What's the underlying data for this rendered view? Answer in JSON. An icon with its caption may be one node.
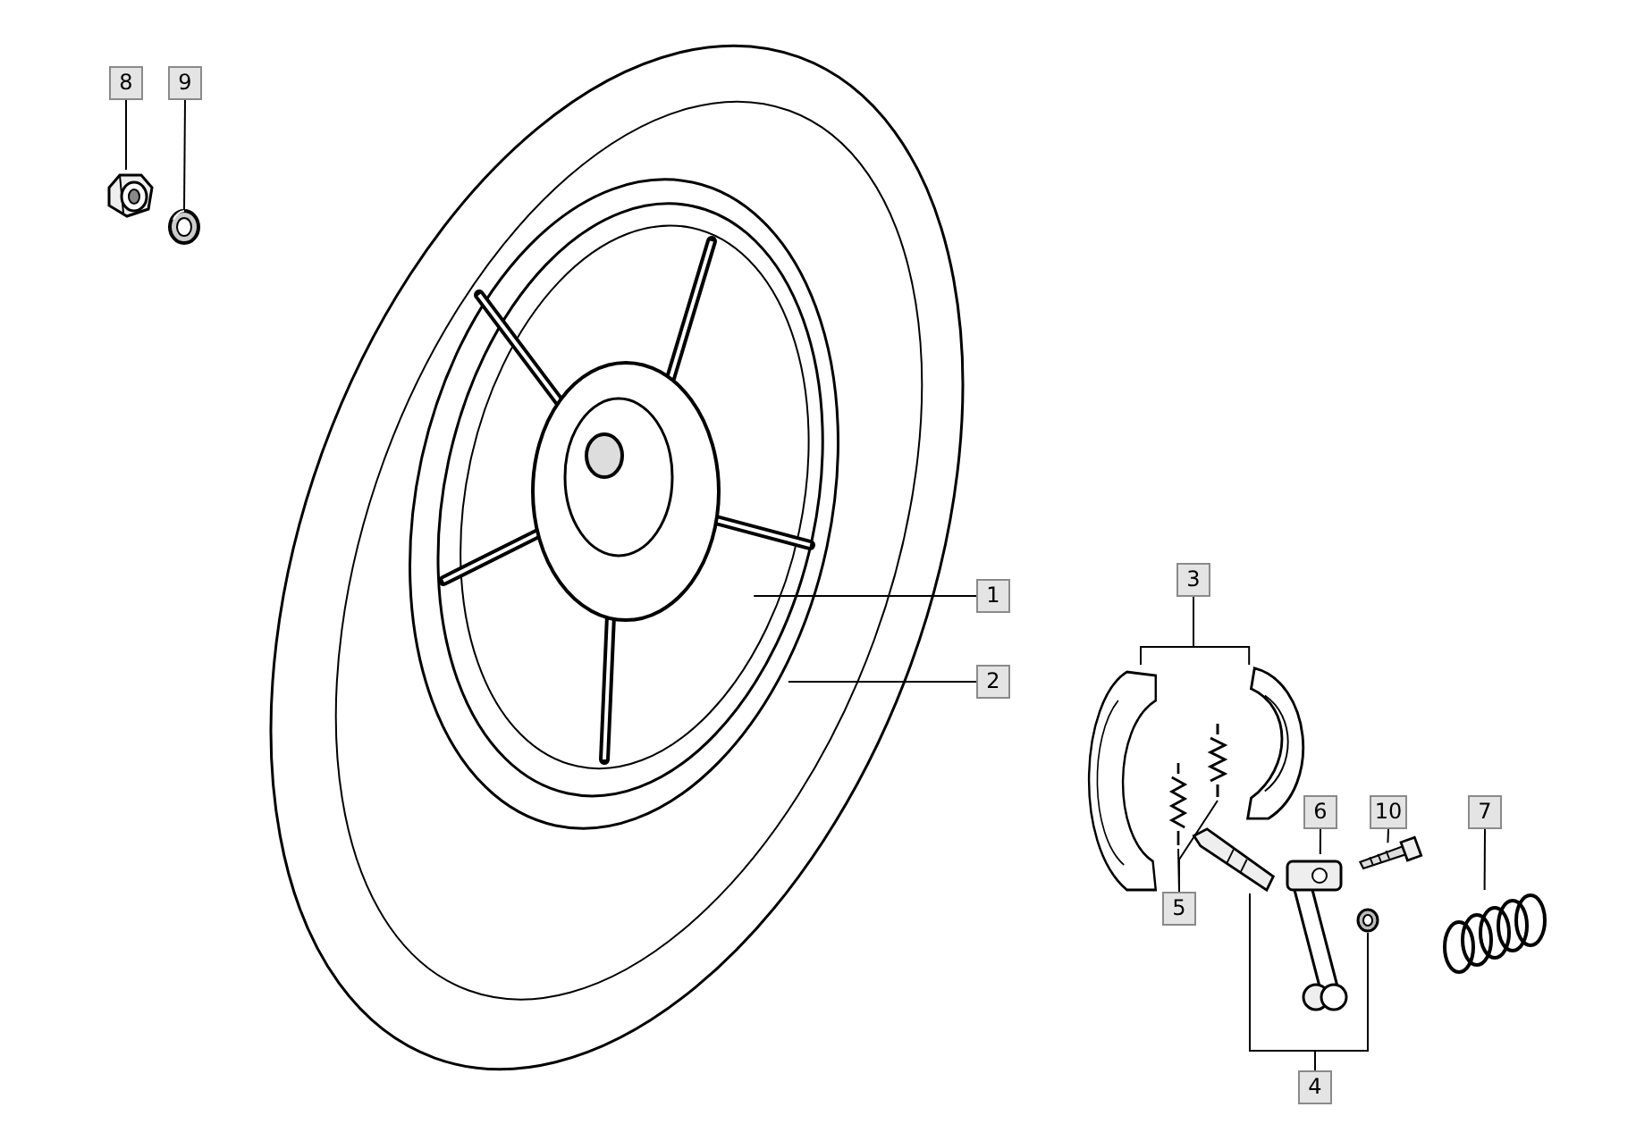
{
  "diagram": {
    "nodes": [
      {
        "text": [
          "8"
        ]
      },
      {
        "text": [
          "9"
        ]
      },
      {
        "text": [
          "1"
        ]
      },
      {
        "text": [
          "2"
        ]
      },
      {
        "text": [
          "3"
        ]
      },
      {
        "text": [
          "6"
        ]
      },
      {
        "text": [
          "10"
        ]
      },
      {
        "text": [
          "7"
        ]
      },
      {
        "text": [
          "5"
        ]
      },
      {
        "text": [
          "4"
        ]
      },
      {
        "text": [],
        "shape": "picture"
      },
      {
        "text": [],
        "shape": "picture"
      },
      {
        "text": [],
        "shape": "picture"
      },
      {
        "text": [],
        "shape": "picture",
        "in": 12
      },
      {
        "text": [],
        "shape": "picture"
      },
      {
        "text": [],
        "shape": "picture"
      },
      {
        "text": [],
        "shape": "picture"
      },
      {
        "text": [],
        "shape": "picture"
      },
      {
        "text": [],
        "shape": "picture"
      },
      {
        "text": [],
        "shape": "picture"
      },
      {
        "text": [],
        "shape": "picture"
      },
      {
        "text": [],
        "shape": "picture"
      },
      {
        "text": [],
        "shape": "picture"
      }
    ],
    "edges": [
      {
        "from": 0,
        "to": 10,
        "arrow": "none"
      },
      {
        "from": 1,
        "to": 11,
        "arrow": "none"
      },
      {
        "from": 2,
        "to": 13,
        "arrow": "none"
      },
      {
        "from": 3,
        "to": 12,
        "arrow": "none"
      },
      {
        "from": 4,
        "to": 14,
        "arrow": "none"
      },
      {
        "from": 4,
        "to": 15,
        "arrow": "none"
      },
      {
        "from": 8,
        "to": 16,
        "arrow": "none"
      },
      {
        "from": 8,
        "to": 17,
        "arrow": "none"
      },
      {
        "from": 5,
        "to": 18,
        "arrow": "none"
      },
      {
        "from": 6,
        "to": 19,
        "arrow": "none"
      },
      {
        "from": 7,
        "to": 20,
        "arrow": "none"
      },
      {
        "from": 9,
        "to": 21,
        "arrow": "none"
      },
      {
        "from": 9,
        "to": 22,
        "arrow": "none"
      }
    ]
  }
}
